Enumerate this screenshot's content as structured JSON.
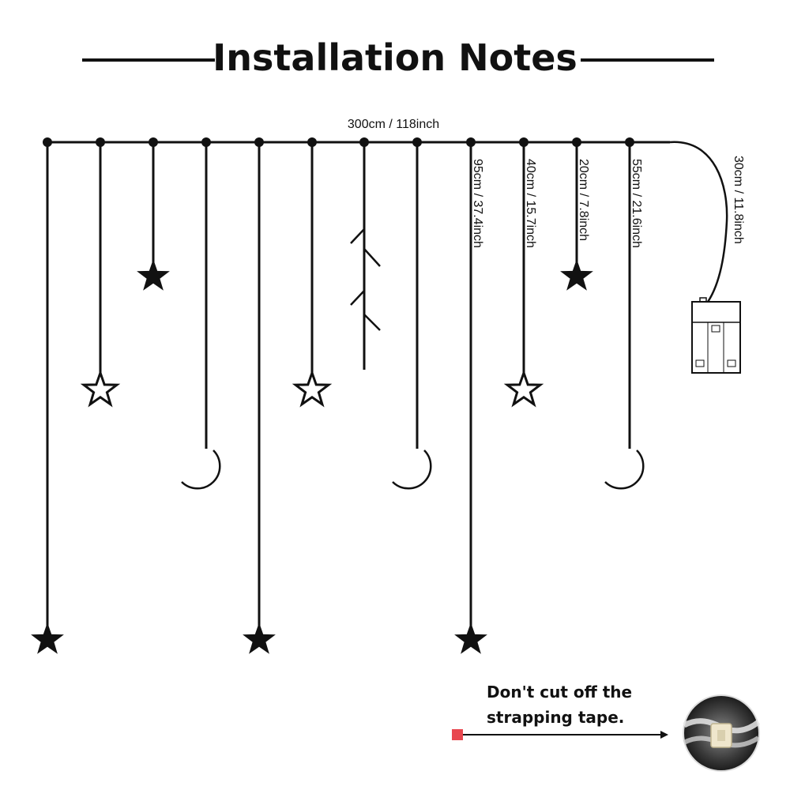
{
  "title": "Installation Notes",
  "dimensions": {
    "total_width": "300cm / 118inch",
    "drop_long": "95cm / 37.4inch",
    "drop_short": "40cm / 15.7inch",
    "drop_top": "20cm / 7.8inch",
    "drop_moon": "55cm / 21.6inch",
    "lead_wire": "30cm / 11.8inch"
  },
  "note": {
    "line1": "Don't cut off the",
    "line2": "strapping tape."
  },
  "icons": [
    "filled-star-icon",
    "outline-star-icon",
    "crescent-moon-icon",
    "battery-box-icon",
    "strapping-tape-photo"
  ],
  "colors": {
    "line": "#111111",
    "marker": "#e8474f",
    "background": "#ffffff"
  }
}
